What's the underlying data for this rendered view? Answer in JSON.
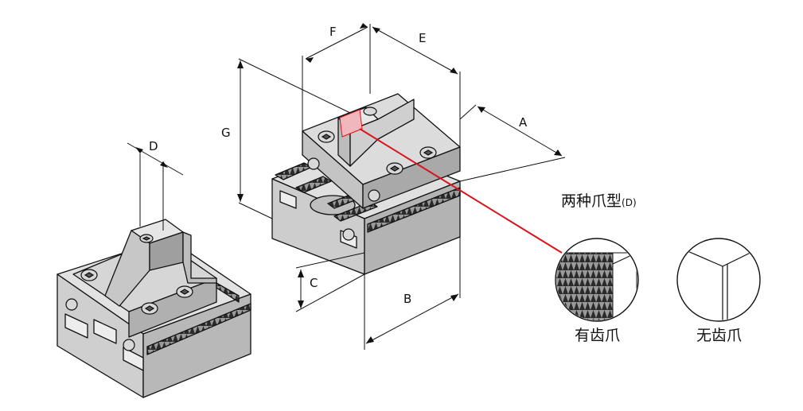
{
  "dimensions": {
    "A": "A",
    "B": "B",
    "C": "C",
    "D": "D",
    "E": "E",
    "F": "F",
    "G": "G"
  },
  "jaw_types": {
    "title": "两种爪型",
    "title_suffix": "(D)",
    "toothed": "有齿爪",
    "smooth": "无齿爪"
  },
  "colors": {
    "line": "#111111",
    "face": "#cfcfcf",
    "face_light": "#e4e4e4",
    "face_dark": "#a8a8a8",
    "leader": "#d9141c",
    "highlight": "#f0b8bc"
  }
}
